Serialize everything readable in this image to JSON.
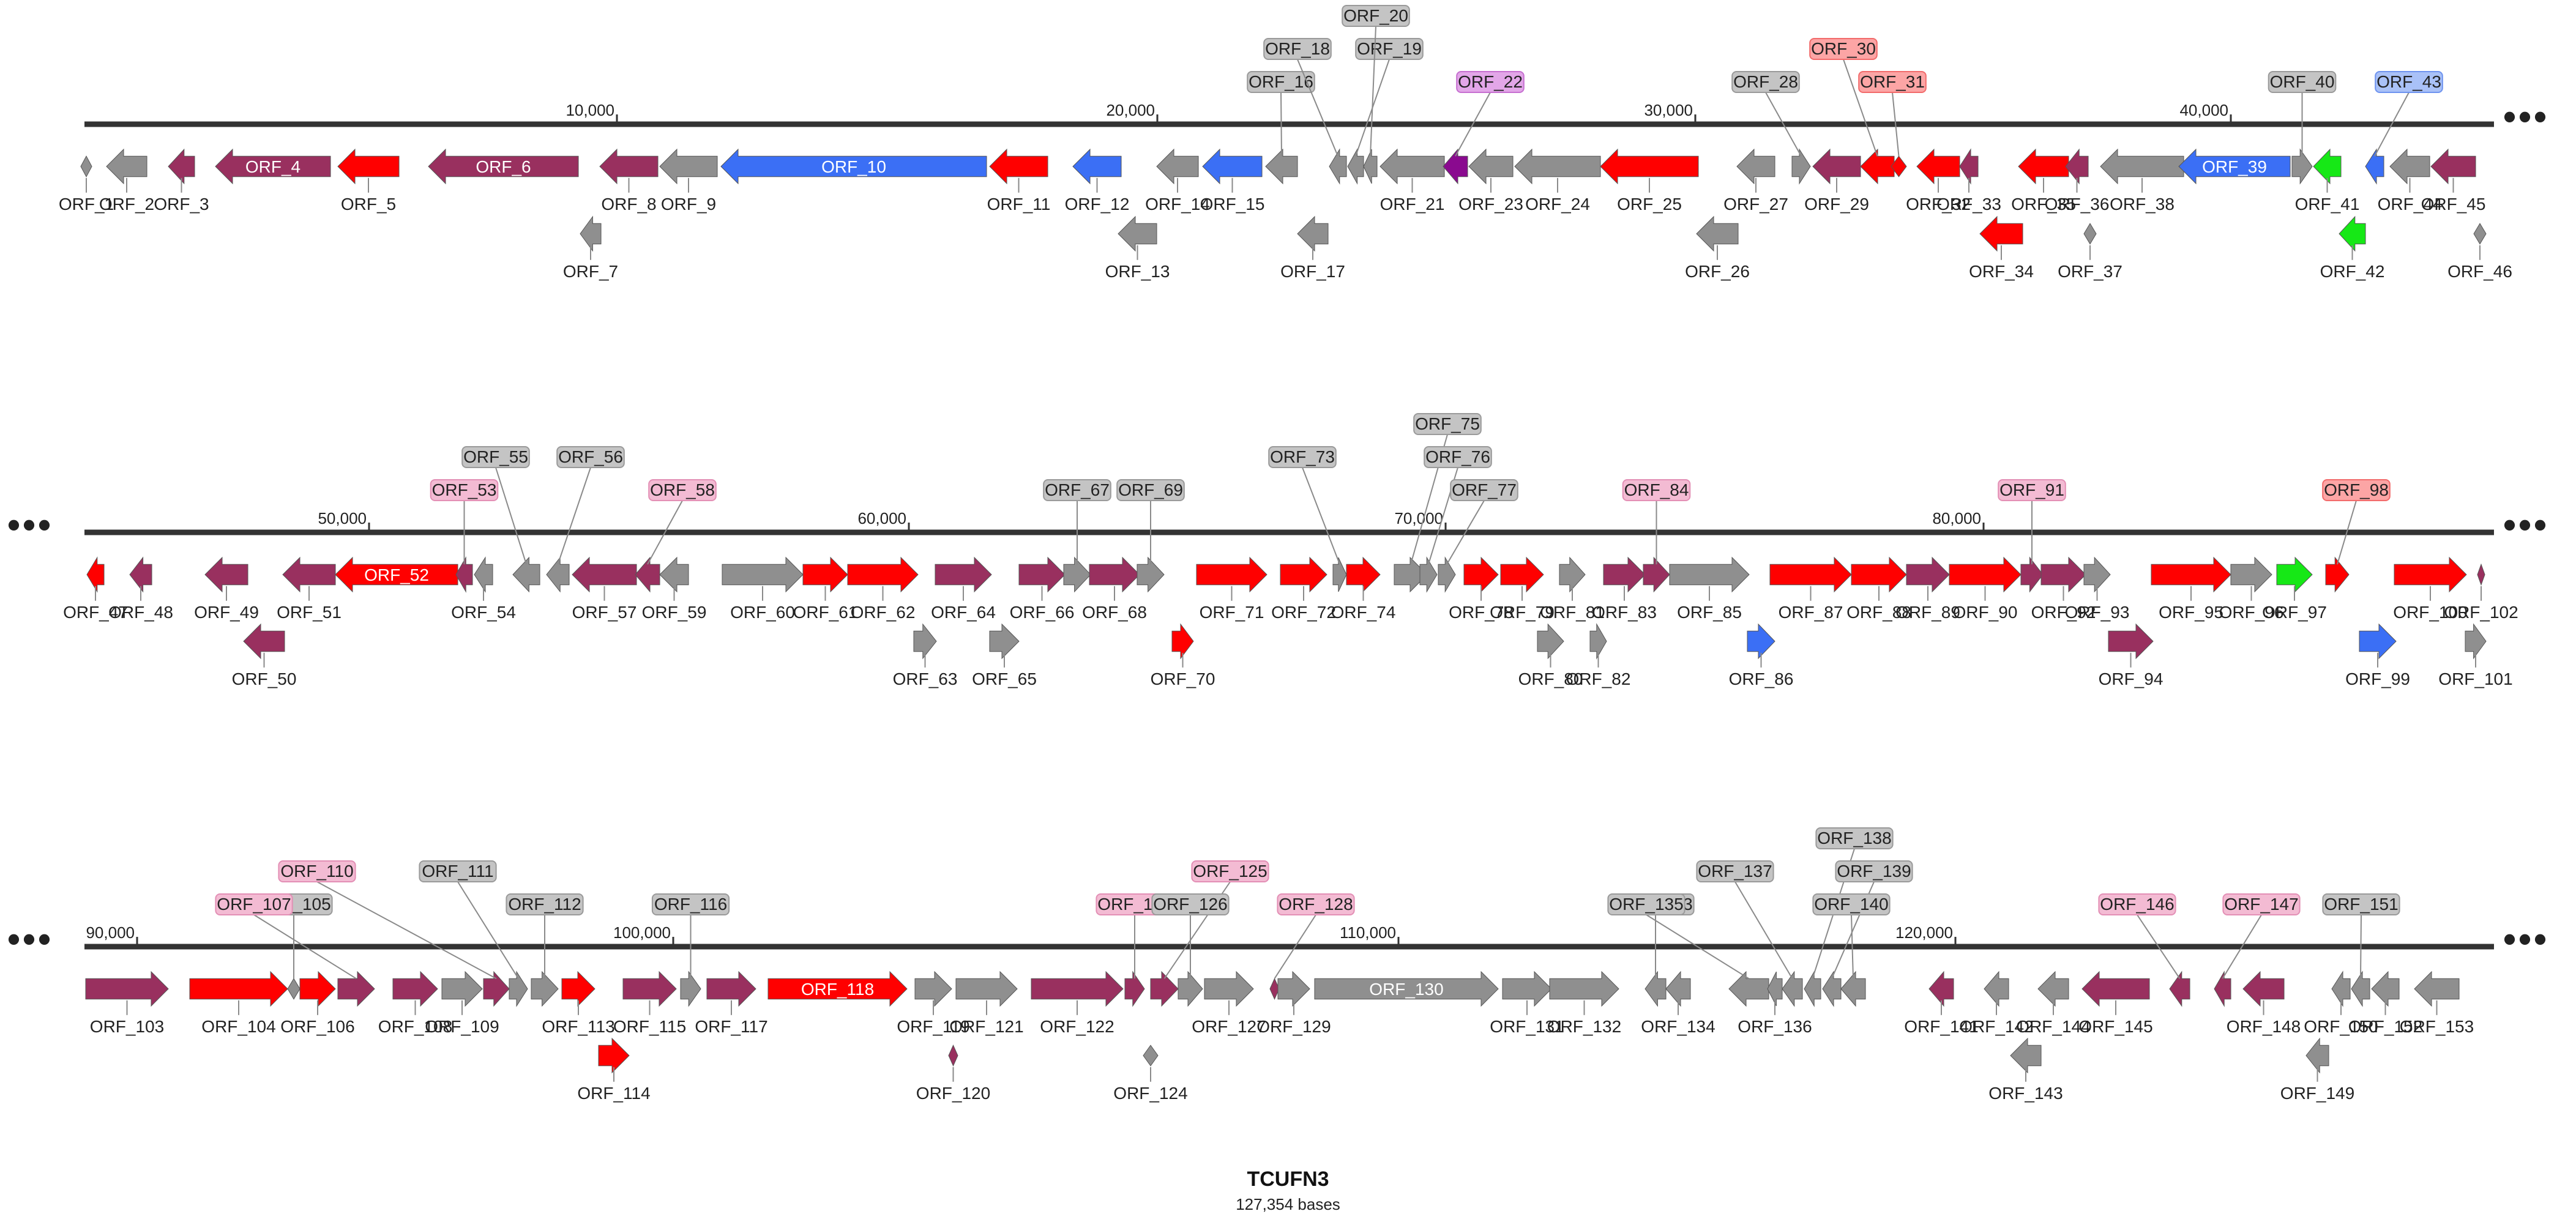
{
  "map_title": "TCUFN3",
  "map_subtitle": "127,354 bases",
  "colors": {
    "gray": "#8f8f8f",
    "red": "#ff0000",
    "maroon": "#99305f",
    "blue": "#3b6ff5",
    "green": "#16e816",
    "purple": "#8a0a8f",
    "label_gray_fill": "#c4c4c4",
    "label_red_fill": "#fca5a5",
    "label_pink_fill": "#f3bbd3",
    "label_purple_fill": "#e2a6e8",
    "label_blue_fill": "#a9c1f7"
  },
  "ticks": [
    "10,000",
    "20,000",
    "30,000",
    "40,000",
    "50,000",
    "60,000",
    "70,000",
    "80,000",
    "90,000",
    "100,000",
    "110,000",
    "120,000"
  ],
  "orfs": [
    "ORF_1",
    "ORF_2",
    "ORF_3",
    "ORF_4",
    "ORF_5",
    "ORF_6",
    "ORF_7",
    "ORF_8",
    "ORF_9",
    "ORF_10",
    "ORF_11",
    "ORF_12",
    "ORF_13",
    "ORF_14",
    "ORF_15",
    "ORF_16",
    "ORF_17",
    "ORF_18",
    "ORF_19",
    "ORF_20",
    "ORF_21",
    "ORF_22",
    "ORF_23",
    "ORF_24",
    "ORF_25",
    "ORF_26",
    "ORF_27",
    "ORF_28",
    "ORF_29",
    "ORF_30",
    "ORF_31",
    "ORF_32",
    "ORF_33",
    "ORF_34",
    "ORF_35",
    "ORF_36",
    "ORF_37",
    "ORF_38",
    "ORF_39",
    "ORF_40",
    "ORF_41",
    "ORF_42",
    "ORF_43",
    "ORF_44",
    "ORF_45",
    "ORF_46",
    "ORF_47",
    "ORF_48",
    "ORF_49",
    "ORF_50",
    "ORF_51",
    "ORF_52",
    "ORF_53",
    "ORF_54",
    "ORF_55",
    "ORF_56",
    "ORF_57",
    "ORF_58",
    "ORF_59",
    "ORF_60",
    "ORF_61",
    "ORF_62",
    "ORF_63",
    "ORF_64",
    "ORF_65",
    "ORF_66",
    "ORF_67",
    "ORF_68",
    "ORF_69",
    "ORF_70",
    "ORF_71",
    "ORF_72",
    "ORF_73",
    "ORF_74",
    "ORF_75",
    "ORF_76",
    "ORF_77",
    "ORF_78",
    "ORF_79",
    "ORF_80",
    "ORF_81",
    "ORF_82",
    "ORF_83",
    "ORF_84",
    "ORF_85",
    "ORF_86",
    "ORF_87",
    "ORF_88",
    "ORF_89",
    "ORF_90",
    "ORF_91",
    "ORF_92",
    "ORF_93",
    "ORF_94",
    "ORF_95",
    "ORF_96",
    "ORF_97",
    "ORF_98",
    "ORF_99",
    "ORF_100",
    "ORF_101",
    "ORF_102",
    "ORF_103",
    "ORF_104",
    "ORF_105",
    "ORF_106",
    "ORF_107",
    "ORF_108",
    "ORF_109",
    "ORF_110",
    "ORF_111",
    "ORF_112",
    "ORF_113",
    "ORF_114",
    "ORF_115",
    "ORF_116",
    "ORF_117",
    "ORF_118",
    "ORF_119",
    "ORF_120",
    "ORF_121",
    "ORF_122",
    "ORF_123",
    "ORF_124",
    "ORF_125",
    "ORF_126",
    "ORF_127",
    "ORF_128",
    "ORF_129",
    "ORF_130",
    "ORF_131",
    "ORF_132",
    "ORF_133",
    "ORF_134",
    "ORF_135",
    "ORF_136",
    "ORF_137",
    "ORF_138",
    "ORF_139",
    "ORF_140",
    "ORF_141",
    "ORF_142",
    "ORF_143",
    "ORF_144",
    "ORF_145",
    "ORF_146",
    "ORF_147",
    "ORF_148",
    "ORF_149",
    "ORF_150",
    "ORF_151",
    "ORF_152",
    "ORF_153"
  ]
}
